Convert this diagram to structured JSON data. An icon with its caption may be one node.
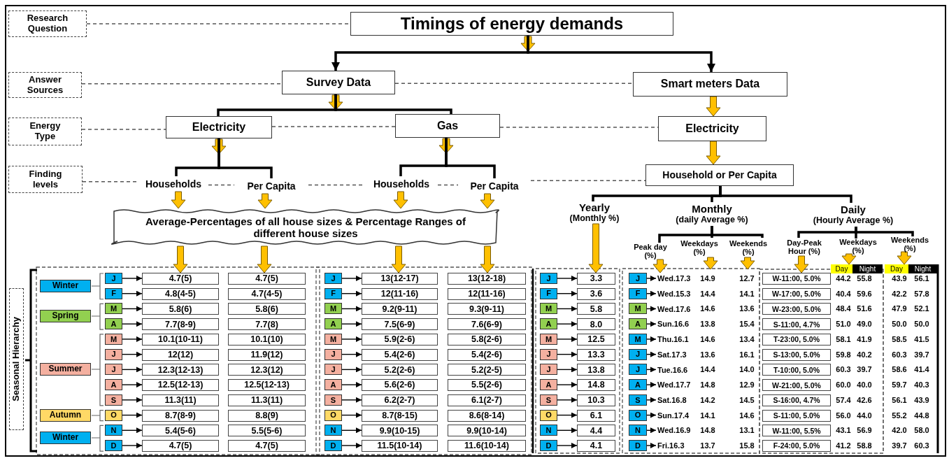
{
  "diagram": {
    "nodes": [
      {
        "text": [
          "Research Question"
        ]
      },
      {
        "text": [
          "Timings of energy demands"
        ]
      },
      {
        "text": [
          "Answer Sources"
        ]
      },
      {
        "text": [
          "Survey Data"
        ]
      },
      {
        "text": [
          "Smart meters Data"
        ]
      },
      {
        "text": [
          "Energy Type"
        ]
      },
      {
        "text": [
          "Electricity"
        ]
      },
      {
        "text": [
          "Gas"
        ]
      },
      {
        "text": [
          "Electricity"
        ]
      },
      {
        "text": [
          "Finding levels"
        ]
      },
      {
        "text": [
          "Households"
        ]
      },
      {
        "text": [
          "Per Capita"
        ]
      },
      {
        "text": [
          "Households"
        ]
      },
      {
        "text": [
          "Per Capita"
        ]
      },
      {
        "text": [
          "Household or Per Capita"
        ]
      },
      {
        "text": [
          "Yearly",
          "(Monthly %)"
        ]
      },
      {
        "text": [
          "Monthly",
          "(daily Average %)"
        ]
      },
      {
        "text": [
          "Daily",
          "(Hourly Average %)"
        ]
      },
      {
        "text": [
          "Average-Percentages of all house sizes & Percentage Ranges of different house sizes"
        ]
      },
      {
        "text": [
          "Peak day (%)"
        ]
      },
      {
        "text": [
          "Weekdays (%)"
        ]
      },
      {
        "text": [
          "Weekends (%)"
        ]
      },
      {
        "text": [
          "Day-Peak Hour (%)"
        ]
      },
      {
        "text": [
          "Weekdays (%)"
        ]
      },
      {
        "text": [
          "Weekends (%)"
        ]
      },
      {
        "text": [
          "Day"
        ]
      },
      {
        "text": [
          "Night"
        ]
      },
      {
        "text": [
          "Day"
        ]
      },
      {
        "text": [
          "Night"
        ]
      },
      {
        "text": [
          "Seasonal Hierarchy"
        ]
      },
      {
        "text": [
          "Winter"
        ]
      },
      {
        "text": [
          "Spring"
        ]
      },
      {
        "text": [
          "Summer"
        ]
      },
      {
        "text": [
          "Autumn"
        ]
      },
      {
        "text": [
          "Winter"
        ]
      },
      {
        "text": [
          "J"
        ]
      },
      {
        "text": [
          "4.7(5)"
        ]
      },
      {
        "text": [
          "4.7(5)"
        ]
      },
      {
        "text": [
          "J"
        ]
      },
      {
        "text": [
          "13(12-17)"
        ]
      },
      {
        "text": [
          "13(12-18)"
        ]
      },
      {
        "text": [
          "J"
        ]
      },
      {
        "text": [
          "3.3"
        ]
      },
      {
        "text": [
          "J"
        ]
      },
      {
        "text": [
          "Wed.17.3"
        ]
      },
      {
        "text": [
          "W-11:00, 5.0%"
        ]
      },
      {
        "text": [
          "F"
        ]
      },
      {
        "text": [
          "4.8(4-5)"
        ]
      },
      {
        "text": [
          "4.7(4-5)"
        ]
      },
      {
        "text": [
          "F"
        ]
      },
      {
        "text": [
          "12(11-16)"
        ]
      },
      {
        "text": [
          "12(11-16)"
        ]
      },
      {
        "text": [
          "F"
        ]
      },
      {
        "text": [
          "3.6"
        ]
      },
      {
        "text": [
          "F"
        ]
      },
      {
        "text": [
          "Wed.15.3"
        ]
      },
      {
        "text": [
          "W-17:00, 5.0%"
        ]
      },
      {
        "text": [
          "M"
        ]
      },
      {
        "text": [
          "5.8(6)"
        ]
      },
      {
        "text": [
          "5.8(6)"
        ]
      },
      {
        "text": [
          "M"
        ]
      },
      {
        "text": [
          "9.2(9-11)"
        ]
      },
      {
        "text": [
          "9.3(9-11)"
        ]
      },
      {
        "text": [
          "M"
        ]
      },
      {
        "text": [
          "5.8"
        ]
      },
      {
        "text": [
          "M"
        ]
      },
      {
        "text": [
          "Wed.17.6"
        ]
      },
      {
        "text": [
          "W-23:00, 5.0%"
        ]
      },
      {
        "text": [
          "A"
        ]
      },
      {
        "text": [
          "7.7(8-9)"
        ]
      },
      {
        "text": [
          "7.7(8)"
        ]
      },
      {
        "text": [
          "A"
        ]
      },
      {
        "text": [
          "7.5(6-9)"
        ]
      },
      {
        "text": [
          "7.6(6-9)"
        ]
      },
      {
        "text": [
          "A"
        ]
      },
      {
        "text": [
          "8.0"
        ]
      },
      {
        "text": [
          "A"
        ]
      },
      {
        "text": [
          "Sun.16.6"
        ]
      },
      {
        "text": [
          "S-11:00, 4.7%"
        ]
      },
      {
        "text": [
          "M"
        ]
      },
      {
        "text": [
          "10.1(10-11)"
        ]
      },
      {
        "text": [
          "10.1(10)"
        ]
      },
      {
        "text": [
          "M"
        ]
      },
      {
        "text": [
          "5.9(2-6)"
        ]
      },
      {
        "text": [
          "5.8(2-6)"
        ]
      },
      {
        "text": [
          "M"
        ]
      },
      {
        "text": [
          "12.5"
        ]
      },
      {
        "text": [
          "M"
        ]
      },
      {
        "text": [
          "Thu.16.1"
        ]
      },
      {
        "text": [
          "T-23:00, 5.0%"
        ]
      },
      {
        "text": [
          "J"
        ]
      },
      {
        "text": [
          "12(12)"
        ]
      },
      {
        "text": [
          "11.9(12)"
        ]
      },
      {
        "text": [
          "J"
        ]
      },
      {
        "text": [
          "5.4(2-6)"
        ]
      },
      {
        "text": [
          "5.4(2-6)"
        ]
      },
      {
        "text": [
          "J"
        ]
      },
      {
        "text": [
          "13.3"
        ]
      },
      {
        "text": [
          "J"
        ]
      },
      {
        "text": [
          "Sat.17.3"
        ]
      },
      {
        "text": [
          "S-13:00, 5.0%"
        ]
      },
      {
        "text": [
          "J"
        ]
      },
      {
        "text": [
          "12.3(12-13)"
        ]
      },
      {
        "text": [
          "12.3(12)"
        ]
      },
      {
        "text": [
          "J"
        ]
      },
      {
        "text": [
          "5.2(2-6)"
        ]
      },
      {
        "text": [
          "5.2(2-5)"
        ]
      },
      {
        "text": [
          "J"
        ]
      },
      {
        "text": [
          "13.8"
        ]
      },
      {
        "text": [
          "J"
        ]
      },
      {
        "text": [
          "Tue.16.6"
        ]
      },
      {
        "text": [
          "T-10:00, 5.0%"
        ]
      },
      {
        "text": [
          "A"
        ]
      },
      {
        "text": [
          "12.5(12-13)"
        ]
      },
      {
        "text": [
          "12.5(12-13)"
        ]
      },
      {
        "text": [
          "A"
        ]
      },
      {
        "text": [
          "5.6(2-6)"
        ]
      },
      {
        "text": [
          "5.5(2-6)"
        ]
      },
      {
        "text": [
          "A"
        ]
      },
      {
        "text": [
          "14.8"
        ]
      },
      {
        "text": [
          "A"
        ]
      },
      {
        "text": [
          "Wed.17.7"
        ]
      },
      {
        "text": [
          "W-21:00, 5.0%"
        ]
      },
      {
        "text": [
          "S"
        ]
      },
      {
        "text": [
          "11.3(11)"
        ]
      },
      {
        "text": [
          "11.3(11)"
        ]
      },
      {
        "text": [
          "S"
        ]
      },
      {
        "text": [
          "6.2(2-7)"
        ]
      },
      {
        "text": [
          "6.1(2-7)"
        ]
      },
      {
        "text": [
          "S"
        ]
      },
      {
        "text": [
          "10.3"
        ]
      },
      {
        "text": [
          "S"
        ]
      },
      {
        "text": [
          "Sat.16.8"
        ]
      },
      {
        "text": [
          "S-16:00, 4.7%"
        ]
      },
      {
        "text": [
          "O"
        ]
      },
      {
        "text": [
          "8.7(8-9)"
        ]
      },
      {
        "text": [
          "8.8(9)"
        ]
      },
      {
        "text": [
          "O"
        ]
      },
      {
        "text": [
          "8.7(8-15)"
        ]
      },
      {
        "text": [
          "8.6(8-14)"
        ]
      },
      {
        "text": [
          "O"
        ]
      },
      {
        "text": [
          "6.1"
        ]
      },
      {
        "text": [
          "O"
        ]
      },
      {
        "text": [
          "Sun.17.4"
        ]
      },
      {
        "text": [
          "S-11:00, 5.0%"
        ]
      },
      {
        "text": [
          "N"
        ]
      },
      {
        "text": [
          "5.4(5-6)"
        ]
      },
      {
        "text": [
          "5.5(5-6)"
        ]
      },
      {
        "text": [
          "N"
        ]
      },
      {
        "text": [
          "9.9(10-15)"
        ]
      },
      {
        "text": [
          "9.9(10-14)"
        ]
      },
      {
        "text": [
          "N"
        ]
      },
      {
        "text": [
          "4.4"
        ]
      },
      {
        "text": [
          "N"
        ]
      },
      {
        "text": [
          "Wed.16.9"
        ]
      },
      {
        "text": [
          "W-11:00, 5.5%"
        ]
      },
      {
        "text": [
          "D"
        ]
      },
      {
        "text": [
          "4.7(5)"
        ]
      },
      {
        "text": [
          "4.7(5)"
        ]
      },
      {
        "text": [
          "D"
        ]
      },
      {
        "text": [
          "11.5(10-14)"
        ]
      },
      {
        "text": [
          "11.6(10-14)"
        ]
      },
      {
        "text": [
          "D"
        ]
      },
      {
        "text": [
          "4.1"
        ]
      },
      {
        "text": [
          "D"
        ]
      },
      {
        "text": [
          "Fri.16.3"
        ]
      },
      {
        "text": [
          "F-24:00, 5.0%"
        ]
      }
    ],
    "edges": [
      {
        "from": 0,
        "to": 1,
        "arrow": "none",
        "style": "dashed"
      },
      {
        "from": 2,
        "to": 3,
        "arrow": "none",
        "style": "dashed"
      },
      {
        "from": 3,
        "to": 4,
        "arrow": "none",
        "style": "dashed"
      },
      {
        "from": 5,
        "to": 6,
        "arrow": "none",
        "style": "dashed"
      },
      {
        "from": 6,
        "to": 7,
        "arrow": "none",
        "style": "dashed"
      },
      {
        "from": 7,
        "to": 8,
        "arrow": "none",
        "style": "dashed"
      },
      {
        "from": 9,
        "to": 10,
        "arrow": "none",
        "style": "dashed"
      },
      {
        "from": 10,
        "to": 11,
        "arrow": "none",
        "style": "dashed"
      },
      {
        "from": 11,
        "to": 12,
        "arrow": "none",
        "style": "dashed"
      },
      {
        "from": 12,
        "to": 13,
        "arrow": "none",
        "style": "dashed"
      },
      {
        "from": 13,
        "to": 14,
        "arrow": "none",
        "style": "dashed"
      },
      {
        "from": 1,
        "to": 3,
        "arrow": "to",
        "style": "thick"
      },
      {
        "from": 1,
        "to": 4,
        "arrow": "to",
        "style": "thick"
      },
      {
        "from": 3,
        "to": 6,
        "arrow": "none",
        "style": "thick"
      },
      {
        "from": 3,
        "to": 7,
        "arrow": "none",
        "style": "thick"
      },
      {
        "from": 6,
        "to": 10,
        "arrow": "none",
        "style": "thick"
      },
      {
        "from": 6,
        "to": 11,
        "arrow": "none",
        "style": "thick"
      },
      {
        "from": 7,
        "to": 12,
        "arrow": "none",
        "style": "thick"
      },
      {
        "from": 7,
        "to": 13,
        "arrow": "none",
        "style": "thick"
      },
      {
        "from": 14,
        "to": 15,
        "arrow": "none",
        "style": "thick"
      },
      {
        "from": 14,
        "to": 16,
        "arrow": "none",
        "style": "thick"
      },
      {
        "from": 14,
        "to": 17,
        "arrow": "none",
        "style": "thick"
      },
      {
        "from": 16,
        "to": 19,
        "arrow": "none",
        "style": "thick"
      },
      {
        "from": 16,
        "to": 20,
        "arrow": "none",
        "style": "thick"
      },
      {
        "from": 16,
        "to": 21,
        "arrow": "none",
        "style": "thick"
      },
      {
        "from": 17,
        "to": 22,
        "arrow": "none",
        "style": "thick"
      },
      {
        "from": 17,
        "to": 23,
        "arrow": "none",
        "style": "thick"
      },
      {
        "from": 17,
        "to": 24,
        "arrow": "none",
        "style": "thick"
      },
      {
        "from": 4,
        "to": 8,
        "arrow": "to",
        "color": "#ffc000"
      },
      {
        "from": 8,
        "to": 14,
        "arrow": "to",
        "color": "#ffc000"
      },
      {
        "from": 10,
        "to": 18,
        "arrow": "to",
        "color": "#ffc000"
      },
      {
        "from": 11,
        "to": 18,
        "arrow": "to",
        "color": "#ffc000"
      },
      {
        "from": 12,
        "to": 18,
        "arrow": "to",
        "color": "#ffc000"
      },
      {
        "from": 13,
        "to": 18,
        "arrow": "to",
        "color": "#ffc000"
      },
      {
        "from": 18,
        "to": 36,
        "arrow": "to",
        "color": "#ffc000"
      },
      {
        "from": 18,
        "to": 37,
        "arrow": "to",
        "color": "#ffc000"
      },
      {
        "from": 18,
        "to": 39,
        "arrow": "to",
        "color": "#ffc000"
      },
      {
        "from": 18,
        "to": 40,
        "arrow": "to",
        "color": "#ffc000"
      },
      {
        "from": 15,
        "to": 42,
        "arrow": "to",
        "color": "#ffc000"
      },
      {
        "from": 19,
        "to": 44,
        "arrow": "to",
        "color": "#ffc000"
      },
      {
        "from": 20,
        "to": null,
        "arrow": "to",
        "color": "#ffc000"
      },
      {
        "from": 21,
        "to": null,
        "arrow": "to",
        "color": "#ffc000"
      },
      {
        "from": 22,
        "to": 45,
        "arrow": "to",
        "color": "#ffc000"
      },
      {
        "from": 23,
        "to": 25,
        "arrow": "to",
        "color": "#ffc000"
      },
      {
        "from": 24,
        "to": 27,
        "arrow": "to",
        "color": "#ffc000"
      },
      {
        "from": 35,
        "to": 36,
        "arrow": "to"
      },
      {
        "from": 38,
        "to": 39,
        "arrow": "to"
      },
      {
        "from": 41,
        "to": 42,
        "arrow": "to"
      },
      {
        "from": 43,
        "to": 44,
        "arrow": "to"
      },
      {
        "from": 46,
        "to": 47,
        "arrow": "to"
      },
      {
        "from": 49,
        "to": 50,
        "arrow": "to"
      },
      {
        "from": 52,
        "to": 53,
        "arrow": "to"
      },
      {
        "from": 54,
        "to": 55,
        "arrow": "to"
      },
      {
        "from": 57,
        "to": 58,
        "arrow": "to"
      },
      {
        "from": 60,
        "to": 61,
        "arrow": "to"
      },
      {
        "from": 63,
        "to": 64,
        "arrow": "to"
      },
      {
        "from": 65,
        "to": 66,
        "arrow": "to"
      },
      {
        "from": 68,
        "to": 69,
        "arrow": "to"
      },
      {
        "from": 71,
        "to": 72,
        "arrow": "to"
      },
      {
        "from": 74,
        "to": 75,
        "arrow": "to"
      },
      {
        "from": 76,
        "to": 77,
        "arrow": "to"
      },
      {
        "from": 79,
        "to": 80,
        "arrow": "to"
      },
      {
        "from": 82,
        "to": 83,
        "arrow": "to"
      },
      {
        "from": 85,
        "to": 86,
        "arrow": "to"
      },
      {
        "from": 87,
        "to": 88,
        "arrow": "to"
      },
      {
        "from": 90,
        "to": 91,
        "arrow": "to"
      },
      {
        "from": 93,
        "to": 94,
        "arrow": "to"
      },
      {
        "from": 96,
        "to": 97,
        "arrow": "to"
      },
      {
        "from": 98,
        "to": 99,
        "arrow": "to"
      },
      {
        "from": 101,
        "to": 102,
        "arrow": "to"
      },
      {
        "from": 104,
        "to": 105,
        "arrow": "to"
      },
      {
        "from": 107,
        "to": 108,
        "arrow": "to"
      },
      {
        "from": 109,
        "to": 110,
        "arrow": "to"
      },
      {
        "from": 112,
        "to": 113,
        "arrow": "to"
      },
      {
        "from": 115,
        "to": 116,
        "arrow": "to"
      },
      {
        "from": 118,
        "to": 119,
        "arrow": "to"
      },
      {
        "from": 120,
        "to": 121,
        "arrow": "to"
      },
      {
        "from": 123,
        "to": 124,
        "arrow": "to"
      },
      {
        "from": 126,
        "to": 127,
        "arrow": "to"
      },
      {
        "from": 129,
        "to": 130,
        "arrow": "to"
      },
      {
        "from": 131,
        "to": 132,
        "arrow": "to"
      },
      {
        "from": 134,
        "to": 135,
        "arrow": "to"
      },
      {
        "from": 137,
        "to": 138,
        "arrow": "to"
      },
      {
        "from": 140,
        "to": 141,
        "arrow": "to"
      },
      {
        "from": 142,
        "to": 143,
        "arrow": "to"
      },
      {
        "from": 145,
        "to": 146,
        "arrow": "to"
      },
      {
        "from": 148,
        "to": 149,
        "arrow": "to"
      },
      {
        "from": 151,
        "to": 152,
        "arrow": "to"
      },
      {
        "from": 153,
        "to": 154,
        "arrow": "to"
      },
      {
        "from": 156,
        "to": 157,
        "arrow": "to"
      },
      {
        "from": 159,
        "to": 160,
        "arrow": "to"
      },
      {
        "from": 162,
        "to": 163,
        "arrow": "to"
      },
      {
        "from": 164,
        "to": 165,
        "arrow": "to"
      }
    ],
    "labels": [
      "14.9",
      "12.7",
      "44.2",
      "55.8",
      "43.9",
      "56.1",
      "14.4",
      "14.1",
      "40.4",
      "59.6",
      "42.2",
      "57.8",
      "14.6",
      "13.6",
      "48.4",
      "51.6",
      "47.9",
      "52.1",
      "13.8",
      "15.4",
      "51.0",
      "49.0",
      "50.0",
      "50.0",
      "14.6",
      "13.4",
      "58.1",
      "41.9",
      "58.5",
      "41.5",
      "13.6",
      "16.1",
      "59.8",
      "40.2",
      "60.3",
      "39.7",
      "14.4",
      "14.0",
      "60.3",
      "39.7",
      "58.6",
      "41.4",
      "14.8",
      "12.9",
      "60.0",
      "40.0",
      "59.7",
      "40.3",
      "14.2",
      "14.5",
      "57.4",
      "42.6",
      "56.1",
      "43.9",
      "14.1",
      "14.6",
      "56.0",
      "44.0",
      "55.2",
      "44.8",
      "14.8",
      "13.1",
      "43.1",
      "56.9",
      "42.0",
      "58.0",
      "13.7",
      "15.8",
      "41.2",
      "58.8",
      "39.7",
      "60.3"
    ]
  }
}
